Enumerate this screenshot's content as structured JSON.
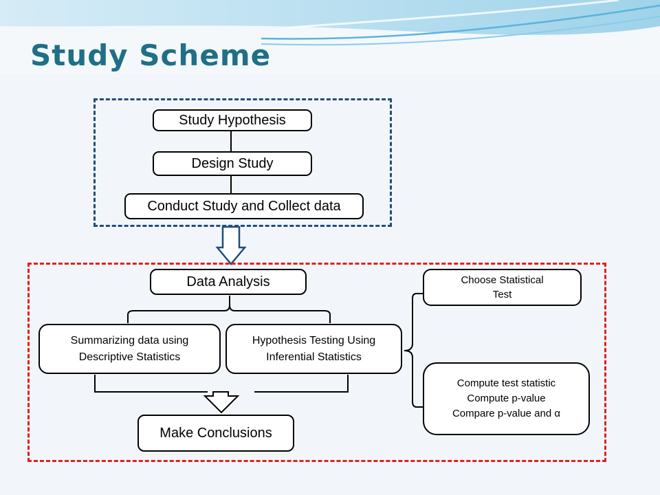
{
  "title": "Study Scheme",
  "nodes": {
    "study_hypothesis": "Study Hypothesis",
    "design_study": "Design Study",
    "conduct_study": "Conduct Study and Collect data",
    "data_analysis": "Data Analysis",
    "summarizing": "Summarizing data using\nDescriptive Statistics",
    "hypothesis_testing": "Hypothesis Testing Using\nInferential Statistics",
    "make_conclusions": "Make Conclusions",
    "choose_test": "Choose Statistical\nTest",
    "compute_steps": "Compute test statistic\nCompute p-value\nCompare p-value and α"
  },
  "colors": {
    "title": "#1f6f86",
    "top_frame": "#1f4e79",
    "bottom_frame": "#e02020",
    "arrow": "#1f4e79"
  }
}
